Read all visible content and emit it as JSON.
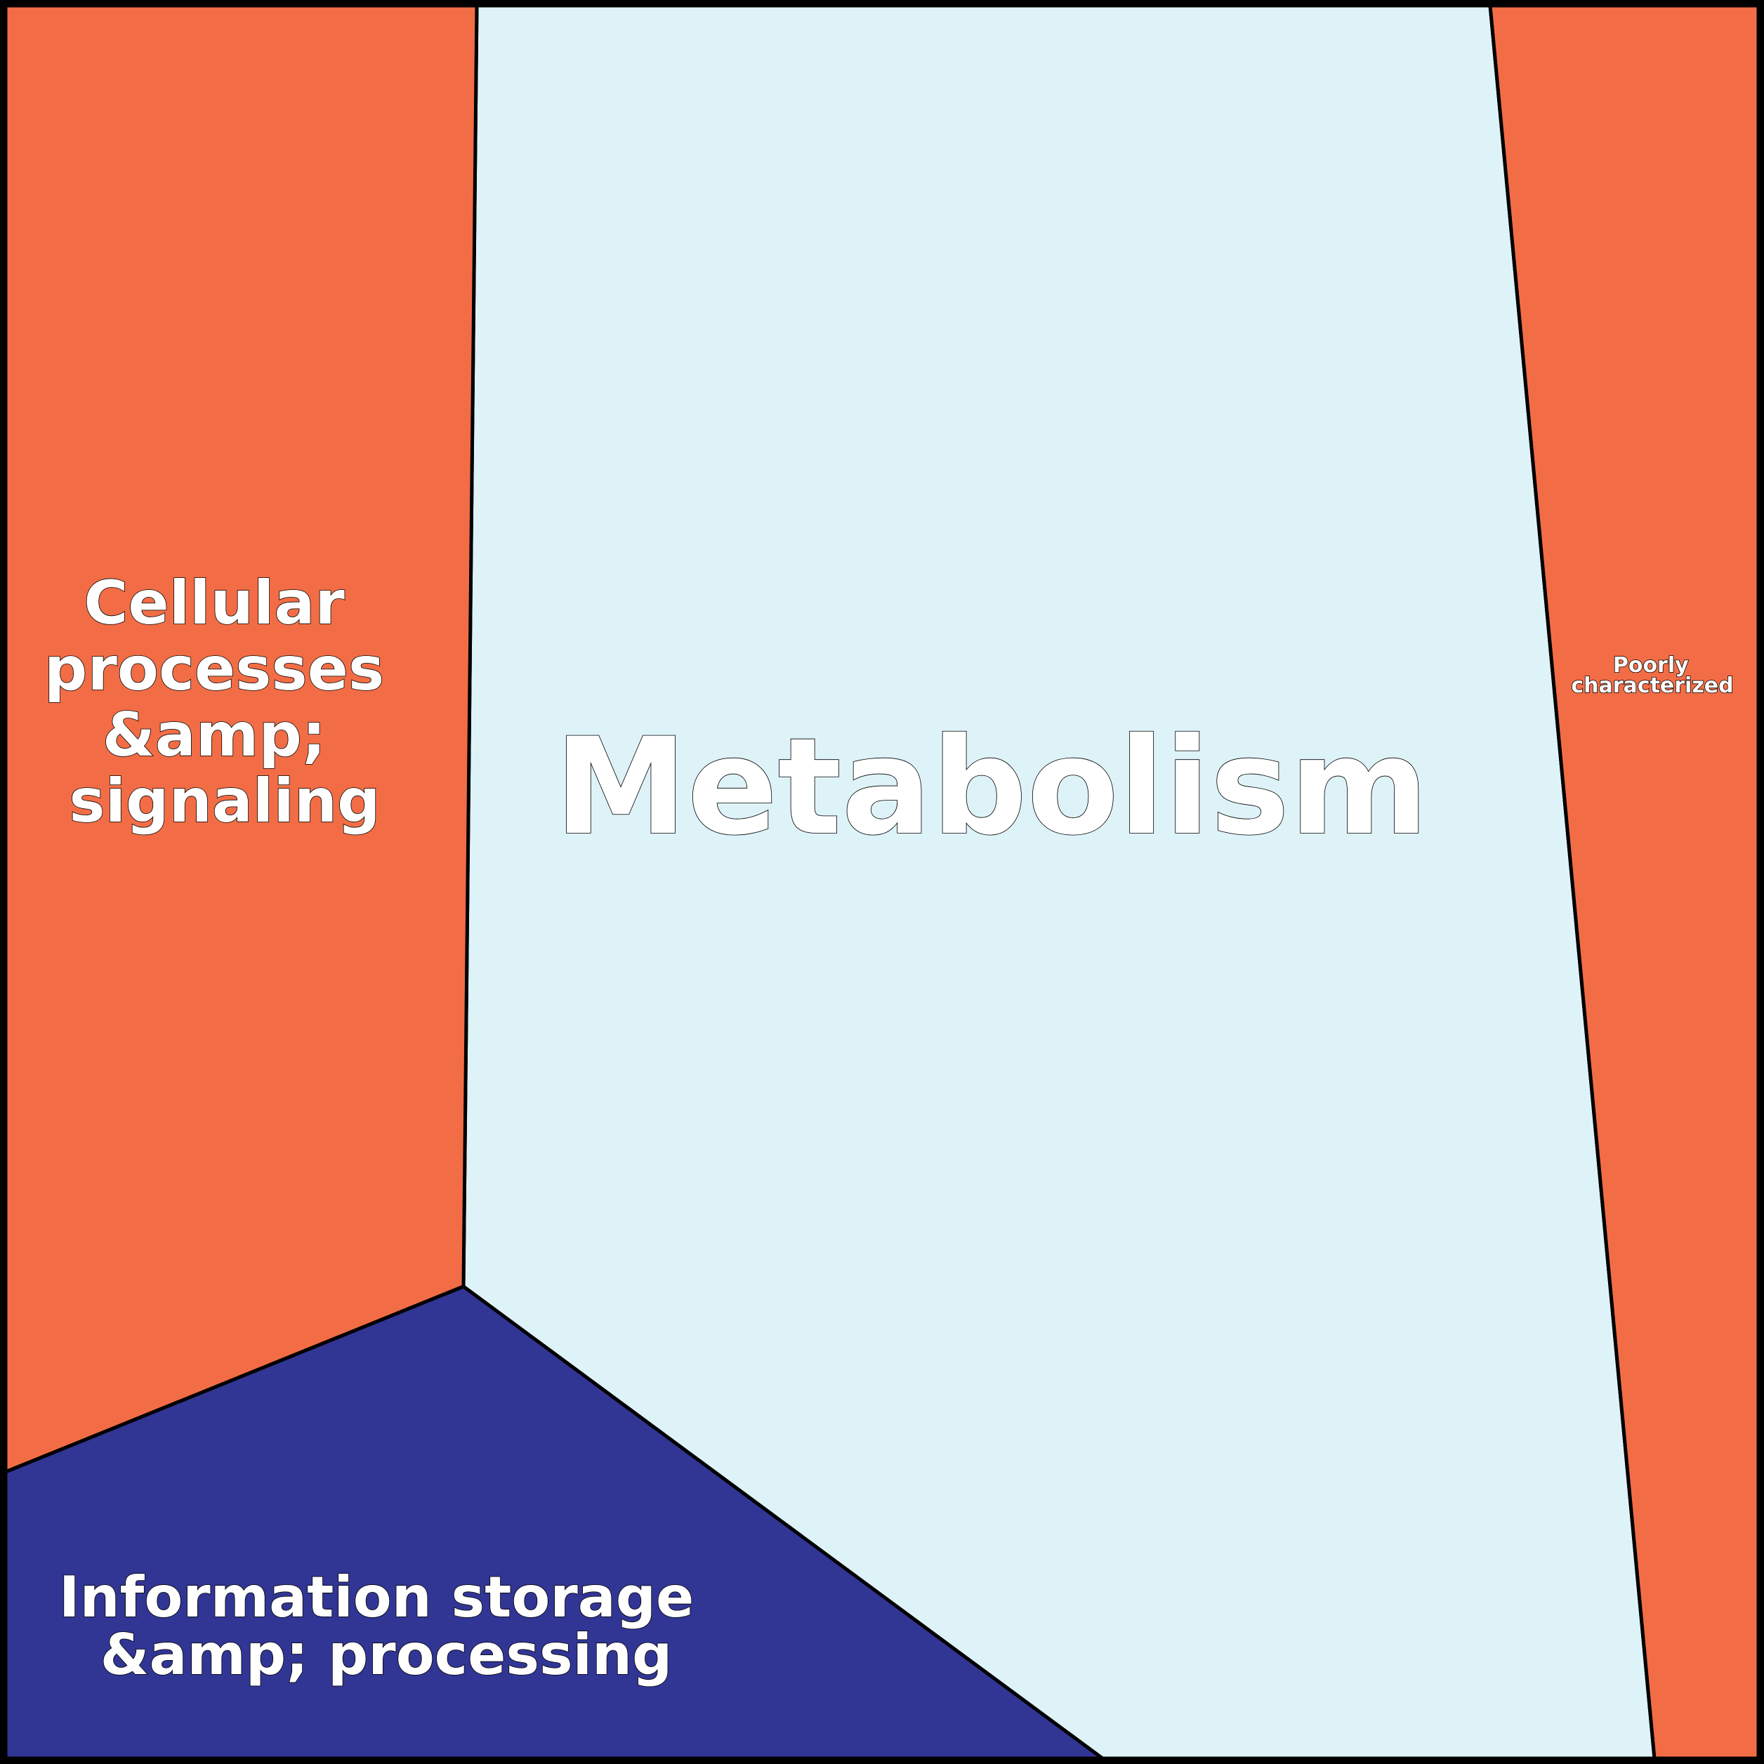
{
  "colors": {
    "orange": "#f26d45",
    "light_blue": "#def3f8",
    "navy": "#313594",
    "border": "#000000",
    "label_text": "#ffffff"
  },
  "regions": {
    "cellular": {
      "lines": [
        "Cellular",
        "processes",
        "&amp;",
        "signaling"
      ]
    },
    "metabolism": {
      "lines": [
        "Metabolism"
      ]
    },
    "poorly": {
      "lines": [
        "Poorly",
        "characterized"
      ]
    },
    "information": {
      "lines": [
        "Information storage",
        "&amp; processing"
      ]
    }
  }
}
